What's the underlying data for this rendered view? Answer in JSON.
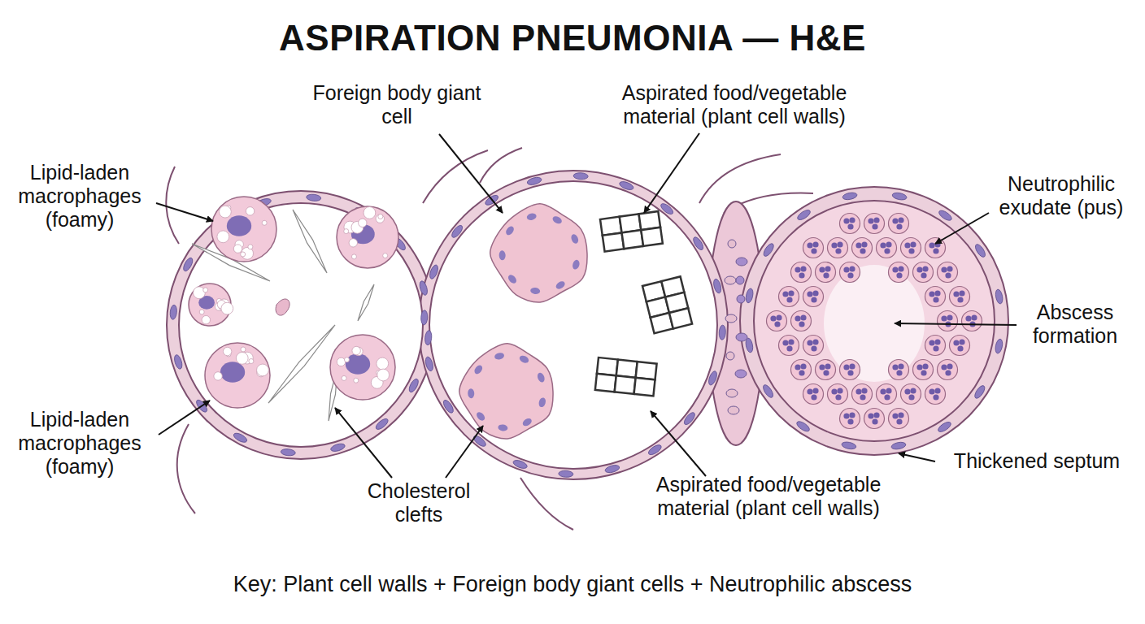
{
  "diagram": {
    "title": "ASPIRATION PNEUMONIA — H&E",
    "caption": "Key: Plant cell walls + Foreign body giant cells + Neutrophilic abscess",
    "labels": [
      "Foreign body giant cell",
      "Aspirated food/vegetable material (plant cell walls)",
      "Lipid-laden macrophages (foamy)",
      "Neutrophilic exudate (pus)",
      "Abscess formation",
      "Lipid-laden macrophages (foamy)",
      "Thickened septum",
      "Cholesterol clefts",
      "Aspirated food/vegetable material (plant cell walls)"
    ]
  }
}
